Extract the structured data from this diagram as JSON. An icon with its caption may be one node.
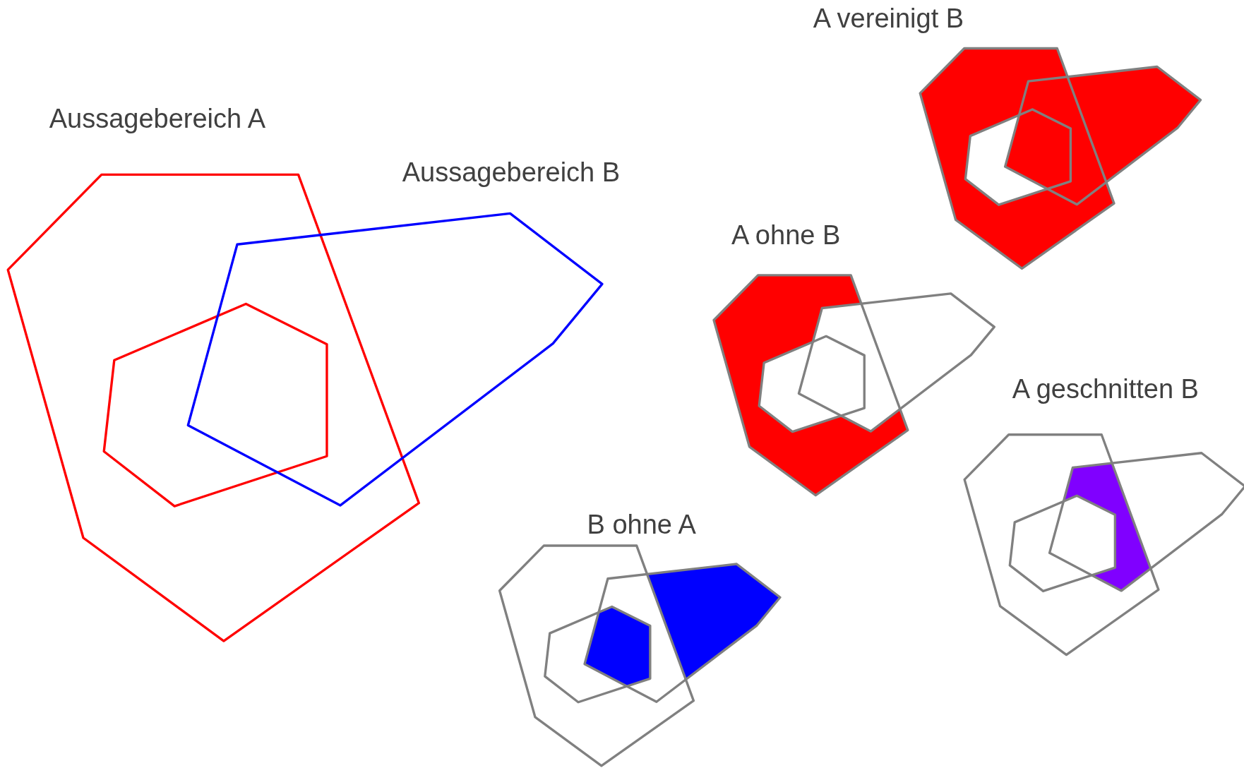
{
  "diagram": {
    "labels": [
      "A vereinigt B",
      "Aussagebereich A",
      "Aussagebereich B",
      "A ohne B",
      "A geschnitten B",
      "B ohne A"
    ]
  }
}
